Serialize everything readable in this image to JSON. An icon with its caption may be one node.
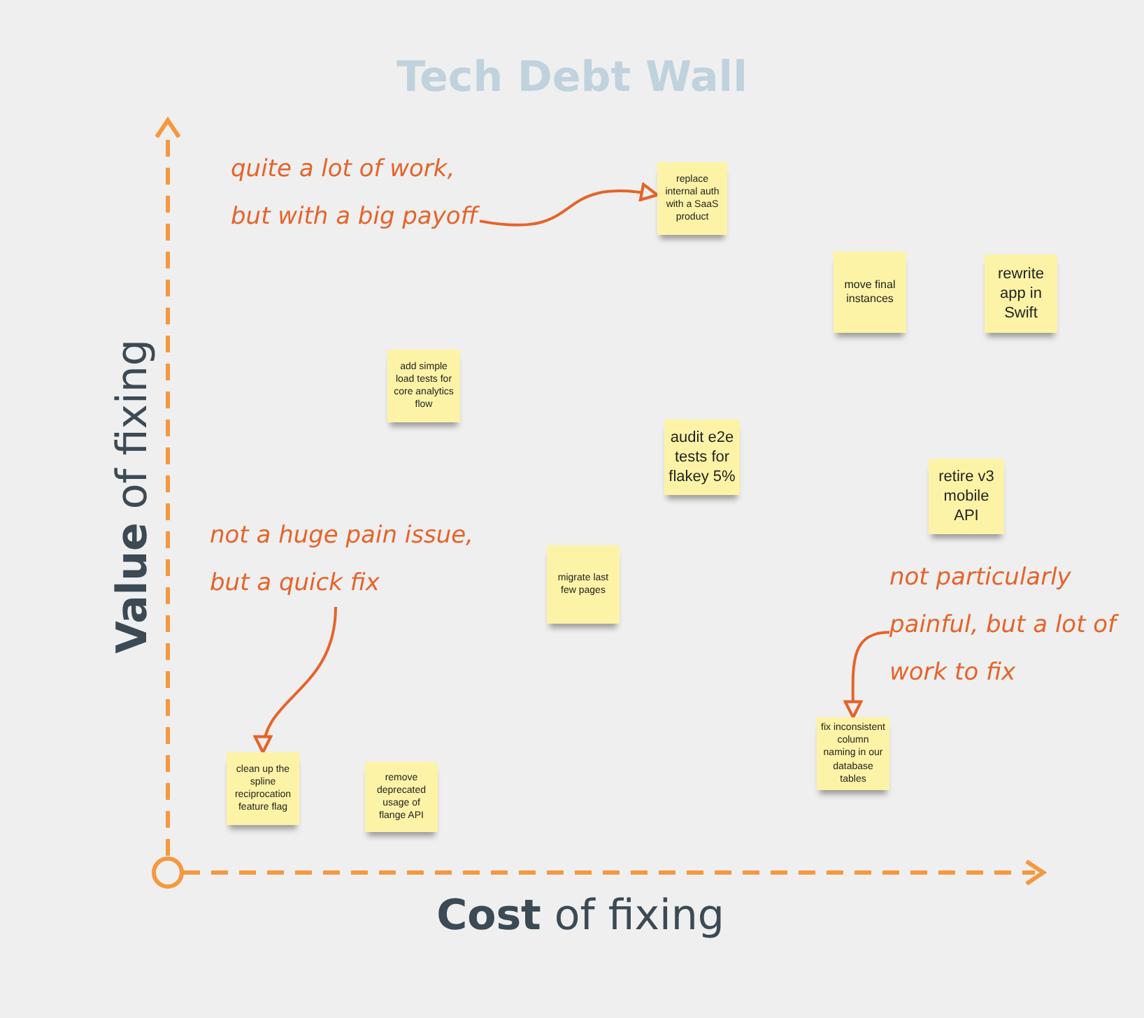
{
  "diagram": {
    "title": "Tech Debt Wall",
    "nodes": [
      {
        "text": [
          "quite a lot of work, but with a big payoff"
        ]
      },
      {
        "text": [
          "replace internal auth with a SaaS product"
        ]
      },
      {
        "text": [
          "move final instances"
        ]
      },
      {
        "text": [
          "rewrite app in Swift"
        ]
      },
      {
        "text": [
          "add simple load tests for core analytics flow"
        ]
      },
      {
        "text": [
          "audit e2e tests for flakey 5%"
        ]
      },
      {
        "text": [
          "retire v3 mobile API"
        ]
      },
      {
        "text": [
          "not a huge pain issue, but a quick fix"
        ]
      },
      {
        "text": [
          "migrate last few pages"
        ]
      },
      {
        "text": [
          "not particularly painful, but a lot of work to fix"
        ]
      },
      {
        "text": [
          "fix inconsistent column naming in our database tables"
        ]
      },
      {
        "text": [
          "clean up the spline reciprocation feature flag"
        ]
      },
      {
        "text": [
          "remove deprecated usage of flange API"
        ]
      }
    ],
    "edges": [
      {
        "from": 0,
        "to": 1,
        "arrow": "to"
      },
      {
        "from": 7,
        "to": 11,
        "arrow": "to"
      },
      {
        "from": 9,
        "to": 10,
        "arrow": "to"
      }
    ],
    "labels": [
      "**Value** of fixing",
      "**Cost** of fixing"
    ]
  }
}
